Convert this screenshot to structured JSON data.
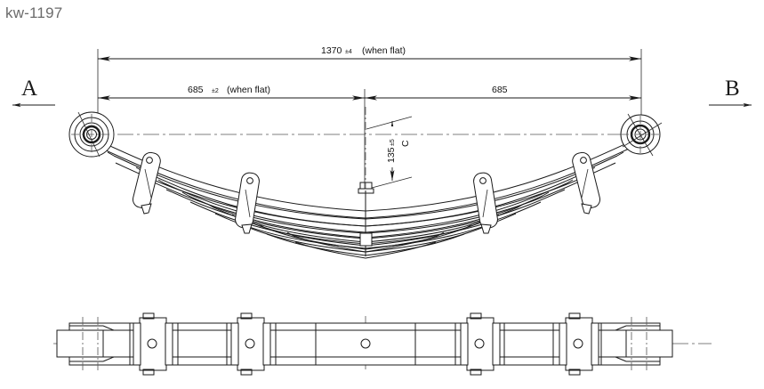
{
  "page": {
    "title": "kw-1197",
    "background_color": "#ffffff",
    "line_color": "#1a1a1a",
    "title_color": "#6b6b6b"
  },
  "drawing": {
    "subject": "multi-leaf-spring-assembly",
    "views": [
      {
        "name": "side-elevation-view",
        "position": "top"
      },
      {
        "name": "plan-view",
        "position": "bottom"
      }
    ],
    "leaf_count": 9,
    "clip_count": 4
  },
  "dimensions": {
    "overall": {
      "value": "1370",
      "tolerance": "±4",
      "note": "(when flat)"
    },
    "left_half": {
      "value": "685",
      "tolerance": "±2",
      "note": "(when flat)"
    },
    "right_half": {
      "value": "685",
      "tolerance": "",
      "note": ""
    },
    "camber": {
      "value": "135",
      "tolerance": "±5",
      "label": "C"
    }
  },
  "view_markers": [
    {
      "name": "view-marker-a",
      "letter": "A",
      "direction": "left"
    },
    {
      "name": "view-marker-b",
      "letter": "B",
      "direction": "right"
    }
  ]
}
